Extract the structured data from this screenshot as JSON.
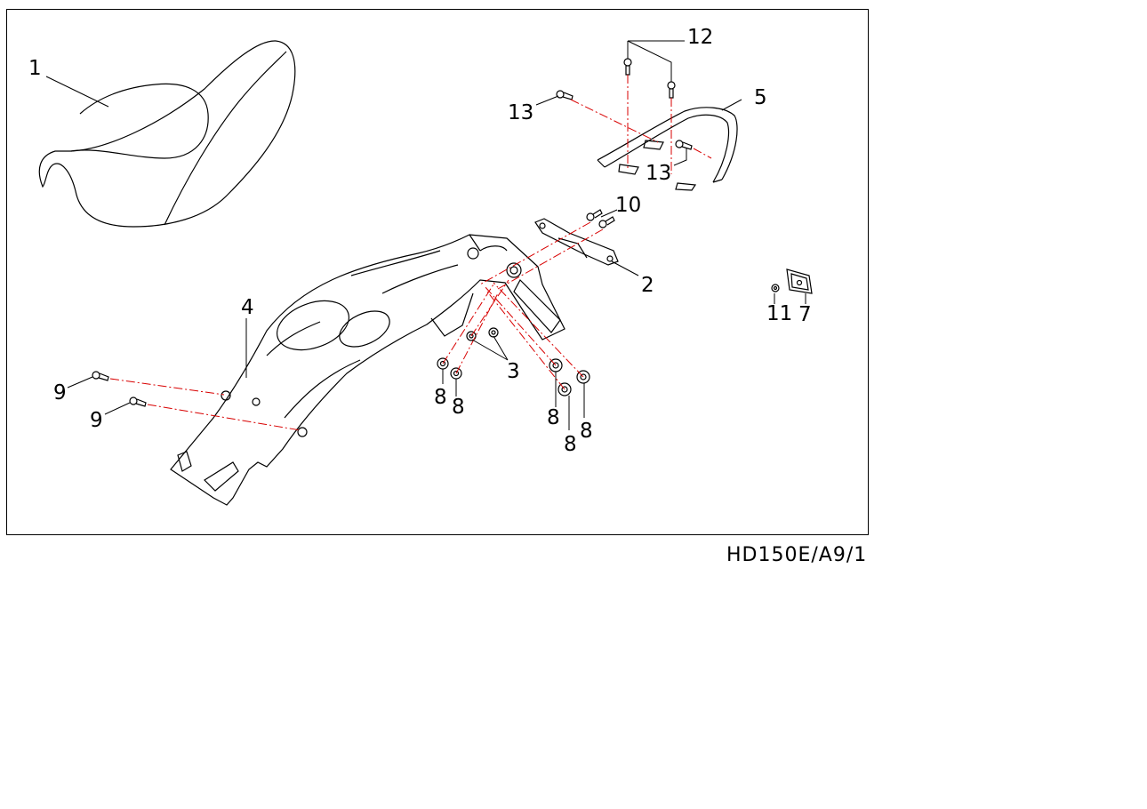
{
  "diagram": {
    "drawing_code": "HD150E/A9/1",
    "callouts": {
      "c1": "1",
      "c2": "2",
      "c3": "3",
      "c4": "4",
      "c5": "5",
      "c7": "7",
      "c8": "8",
      "c9": "9",
      "c10": "10",
      "c11": "11",
      "c12": "12",
      "c13": "13"
    },
    "colors": {
      "line": "#000000",
      "centerline": "#d80000",
      "background": "#ffffff"
    }
  }
}
